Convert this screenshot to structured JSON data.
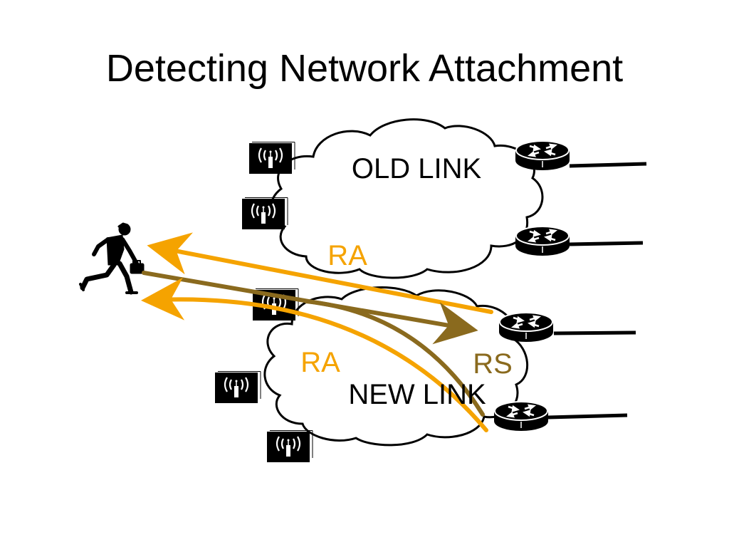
{
  "slide": {
    "title": "Detecting Network Attachment"
  },
  "clouds": {
    "old_link": "OLD LINK",
    "new_link": "NEW LINK"
  },
  "messages": {
    "ra_old": "RA",
    "ra_new": "RA",
    "rs": "RS"
  },
  "colors": {
    "ra_arrow": "#f5a300",
    "rs_arrow": "#8a6a1e",
    "ra_text": "#f5a300",
    "rs_text": "#8a6a1e",
    "outline": "#000000",
    "background": "#ffffff"
  },
  "icons": {
    "wireless_access_point": "antenna-icon",
    "router": "router-icon",
    "mobile_node": "running-man-icon"
  }
}
